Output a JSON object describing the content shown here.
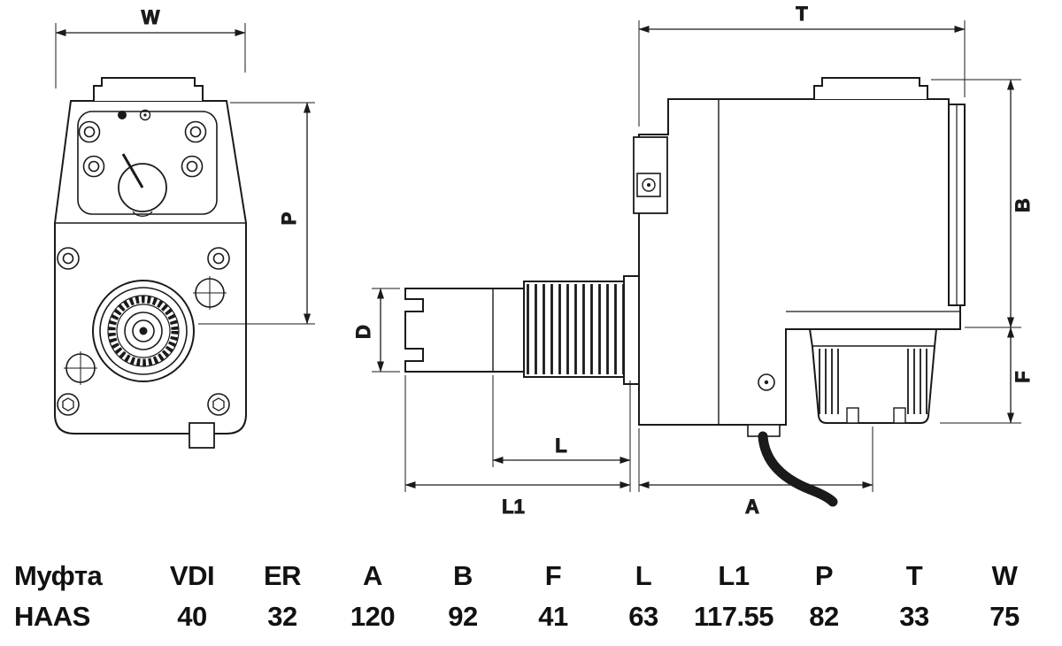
{
  "drawing": {
    "labels": {
      "W": "W",
      "P": "P",
      "T": "T",
      "B": "B",
      "D": "D",
      "F": "F",
      "L": "L",
      "L1": "L1",
      "A": "A"
    }
  },
  "table": {
    "headers": [
      "Муфта",
      "VDI",
      "ER",
      "A",
      "B",
      "F",
      "L",
      "L1",
      "P",
      "T",
      "W"
    ],
    "rows": [
      [
        "HAAS",
        "40",
        "32",
        "120",
        "92",
        "41",
        "63",
        "117.55",
        "82",
        "33",
        "75"
      ]
    ]
  },
  "colors": {
    "line": "#1a1a1a",
    "background": "#ffffff"
  }
}
